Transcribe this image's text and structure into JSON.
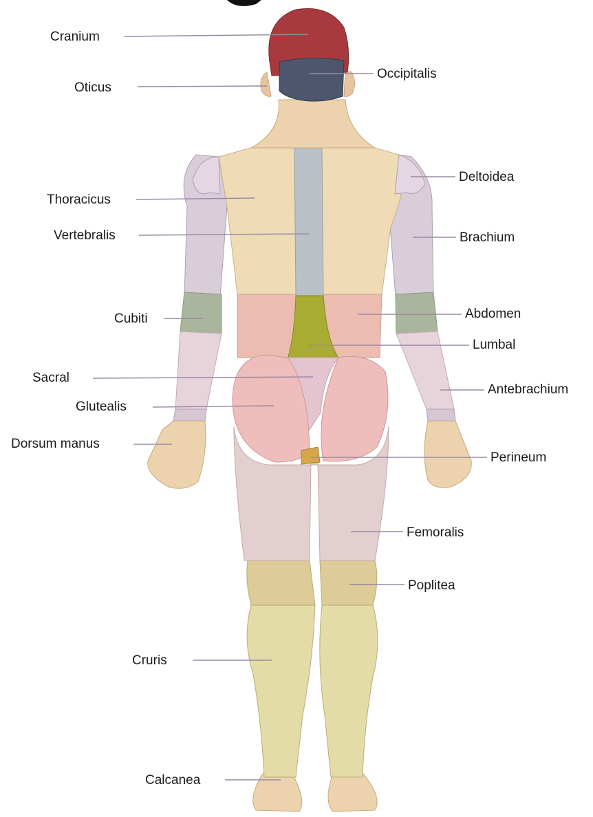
{
  "labels": [
    {
      "id": "cranium",
      "text": "Cranium"
    },
    {
      "id": "oticus",
      "text": "Oticus"
    },
    {
      "id": "occipitalis",
      "text": "Occipitalis"
    },
    {
      "id": "deltoidea",
      "text": "Deltoidea"
    },
    {
      "id": "thoracicus",
      "text": "Thoracicus"
    },
    {
      "id": "vertebralis",
      "text": "Vertebralis"
    },
    {
      "id": "brachium",
      "text": "Brachium"
    },
    {
      "id": "cubiti",
      "text": "Cubiti"
    },
    {
      "id": "abdomen",
      "text": "Abdomen"
    },
    {
      "id": "lumbal",
      "text": "Lumbal"
    },
    {
      "id": "sacral",
      "text": "Sacral"
    },
    {
      "id": "antebrachium",
      "text": "Antebrachium"
    },
    {
      "id": "glutealis",
      "text": "Glutealis"
    },
    {
      "id": "dorsum-manus",
      "text": "Dorsum manus"
    },
    {
      "id": "perineum",
      "text": "Perineum"
    },
    {
      "id": "femoralis",
      "text": "Femoralis"
    },
    {
      "id": "poplitea",
      "text": "Poplitea"
    },
    {
      "id": "cruris",
      "text": "Cruris"
    },
    {
      "id": "calcanea",
      "text": "Calcanea"
    }
  ],
  "colors": {
    "skin": "#ecd3ad",
    "skin_dark": "#c9a77c",
    "cranium": "#a83a3f",
    "occipitalis": "#4d566c",
    "back": "#efdcb6",
    "vertebral": "#b9c0c6",
    "arm": "#d9cdd9",
    "cubiti": "#a9b59c",
    "abdomen": "#ecbcb0",
    "lumbal": "#a8ac33",
    "gluteal": "#efbdbb",
    "sacral": "#e3c4cf",
    "femoral": "#e3cfcf",
    "poplitea": "#ddcb98",
    "cruris": "#e3dca6",
    "leader": "#9a8aa4"
  }
}
